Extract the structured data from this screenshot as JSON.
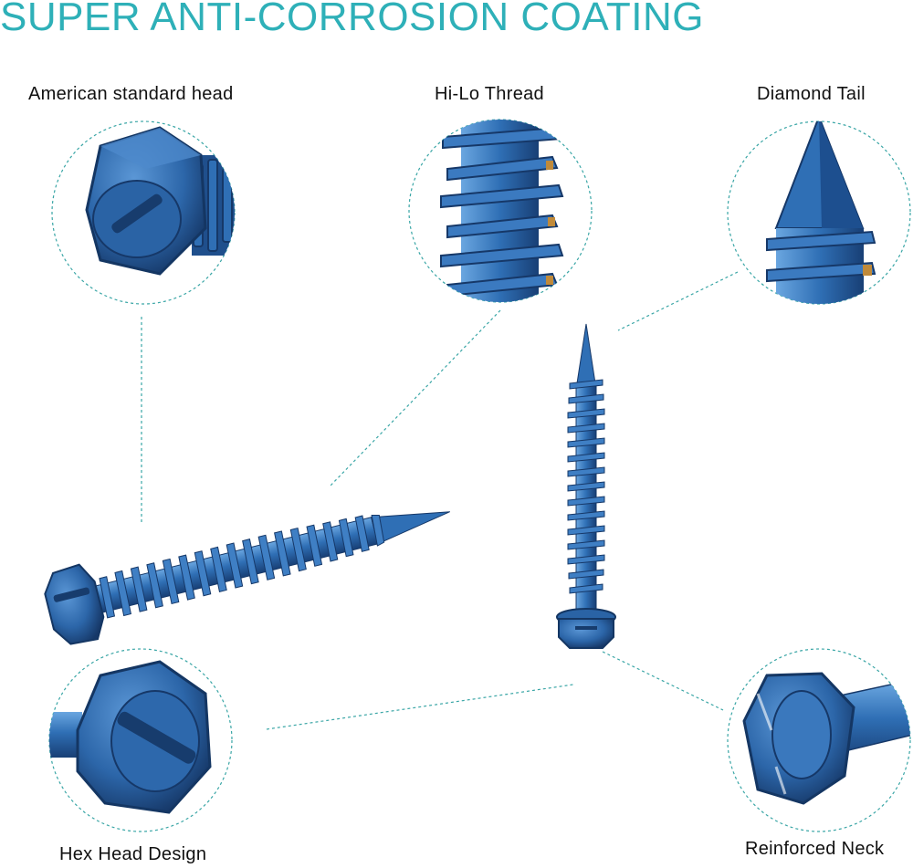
{
  "heading": "SUPER ANTI-CORROSION COATING",
  "callouts": {
    "head": "American standard head",
    "thread": "Hi-Lo Thread",
    "tail": "Diamond Tail",
    "hex": "Hex Head Design",
    "neck": "Reinforced Neck"
  },
  "colors": {
    "heading": "#2eb0b8",
    "coating": "#2f6fb5",
    "coating_dark": "#1d4f8f",
    "coating_light": "#5a9ad8",
    "guide_line": "#3aa6a6"
  }
}
